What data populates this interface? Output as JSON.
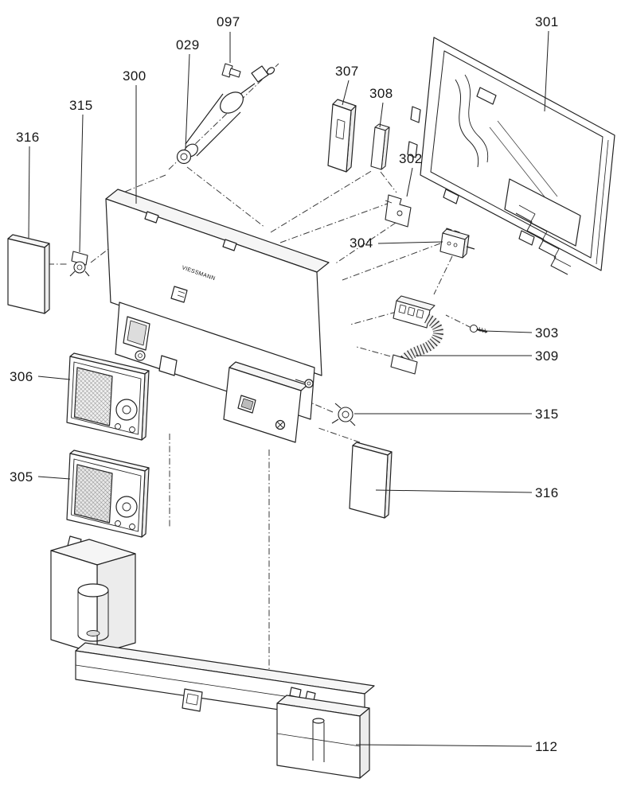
{
  "diagram": {
    "type": "exploded-parts-diagram",
    "brand_text": "VIESSMANN",
    "stroke_color": "#222222",
    "background_color": "#ffffff",
    "labels": [
      {
        "part": "097",
        "text": "097"
      },
      {
        "part": "029",
        "text": "029"
      },
      {
        "part": "300",
        "text": "300"
      },
      {
        "part": "315-left",
        "text": "315"
      },
      {
        "part": "316-left",
        "text": "316"
      },
      {
        "part": "307",
        "text": "307"
      },
      {
        "part": "308",
        "text": "308"
      },
      {
        "part": "301",
        "text": "301"
      },
      {
        "part": "302",
        "text": "302"
      },
      {
        "part": "304",
        "text": "304"
      },
      {
        "part": "303",
        "text": "303"
      },
      {
        "part": "309",
        "text": "309"
      },
      {
        "part": "315-right",
        "text": "315"
      },
      {
        "part": "316-right",
        "text": "316"
      },
      {
        "part": "306",
        "text": "306"
      },
      {
        "part": "305",
        "text": "305"
      },
      {
        "part": "112",
        "text": "112"
      }
    ]
  }
}
